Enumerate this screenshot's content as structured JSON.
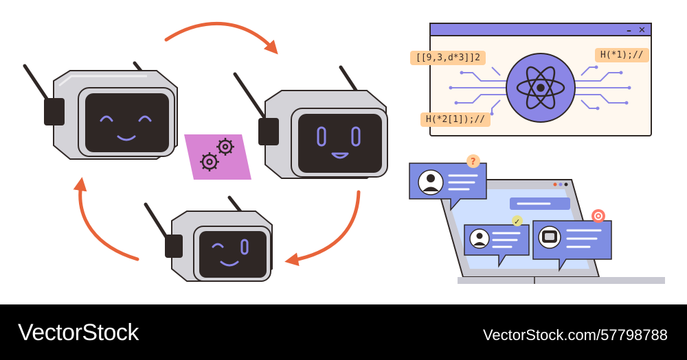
{
  "code_snippets": {
    "snippet_1": "[[9,3,d*3]]2",
    "snippet_2": "H(*1);//",
    "snippet_3": "H(*2[1]);//"
  },
  "window_controls": {
    "minimize": "–",
    "close": "✕"
  },
  "chat_badges": {
    "question": "?",
    "check": "✓"
  },
  "footer": {
    "brand": "VectorStock",
    "url": "VectorStock.com/57798788"
  },
  "icons": {
    "gears": "gears-icon",
    "atom": "atom-icon",
    "user": "user-avatar-icon",
    "robot": "robot-avatar-icon",
    "settings": "gear-icon",
    "question": "question-badge-icon",
    "check": "check-badge-icon"
  },
  "colors": {
    "arrow": "#e8643a",
    "robot_body": "#d4d3d8",
    "robot_face": "#2f2725",
    "robot_eyes": "#8b86e6",
    "gear_card": "#d884d3",
    "window_bar": "#8b86e6",
    "window_bg": "#fff8ef",
    "circuit": "#8b86e6",
    "code_tag": "#ffcf9a",
    "chat_bubble": "#7f8ee3",
    "laptop_screen": "#cfe0ff",
    "laptop_body": "#c9c9d2",
    "footer_bg": "#000000",
    "footer_text": "#ffffff"
  }
}
